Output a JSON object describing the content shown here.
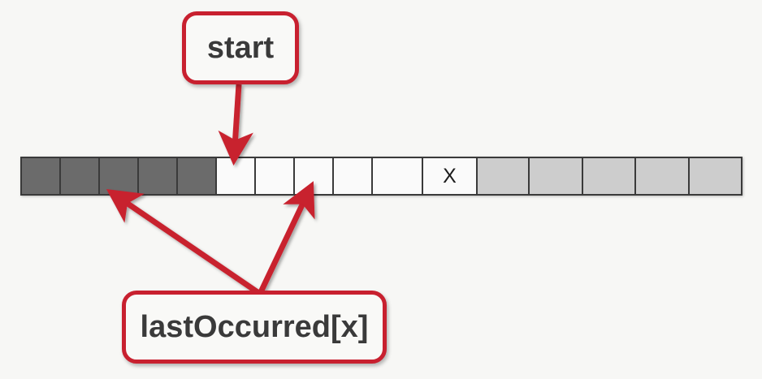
{
  "diagram": {
    "title": "lastOccurred array pointer diagram",
    "background_color": "#f7f7f5",
    "accent_color": "#c8202f"
  },
  "callouts": {
    "start": {
      "label": "start",
      "border_color": "#c8202f",
      "text_color": "#3a3a3a"
    },
    "last_occurred": {
      "label": "lastOccurred[x]",
      "border_color": "#c8202f",
      "text_color": "#3a3a3a"
    }
  },
  "array": {
    "cell_border_color": "#3a3a3a",
    "colors": {
      "dark": "#6b6b6b",
      "empty": "#fafafa",
      "light": "#cdcdcd"
    },
    "cells": [
      {
        "index": 0,
        "label": "",
        "fill": "dark",
        "width": 48
      },
      {
        "index": 1,
        "label": "",
        "fill": "dark",
        "width": 48
      },
      {
        "index": 2,
        "label": "",
        "fill": "dark",
        "width": 48
      },
      {
        "index": 3,
        "label": "",
        "fill": "dark",
        "width": 48
      },
      {
        "index": 4,
        "label": "",
        "fill": "dark",
        "width": 48
      },
      {
        "index": 5,
        "label": "",
        "fill": "empty",
        "width": 48
      },
      {
        "index": 6,
        "label": "",
        "fill": "empty",
        "width": 48
      },
      {
        "index": 7,
        "label": "",
        "fill": "empty",
        "width": 48
      },
      {
        "index": 8,
        "label": "",
        "fill": "empty",
        "width": 48
      },
      {
        "index": 9,
        "label": "",
        "fill": "empty",
        "width": 62
      },
      {
        "index": 10,
        "label": "X",
        "fill": "empty",
        "width": 67
      },
      {
        "index": 11,
        "label": "",
        "fill": "light",
        "width": 64
      },
      {
        "index": 12,
        "label": "",
        "fill": "light",
        "width": 66
      },
      {
        "index": 13,
        "label": "",
        "fill": "light",
        "width": 65
      },
      {
        "index": 14,
        "label": "",
        "fill": "light",
        "width": 66
      },
      {
        "index": 15,
        "label": "",
        "fill": "light",
        "width": 63
      }
    ]
  },
  "arrows": {
    "color": "#c8202f",
    "items": [
      {
        "name": "start-arrow",
        "from": "start callout",
        "to": "array cell 5"
      },
      {
        "name": "last-occurred-left",
        "from": "lastOccurred[x] callout",
        "to": "array cell 2"
      },
      {
        "name": "last-occurred-right",
        "from": "lastOccurred[x] callout",
        "to": "array cell 7"
      }
    ]
  }
}
